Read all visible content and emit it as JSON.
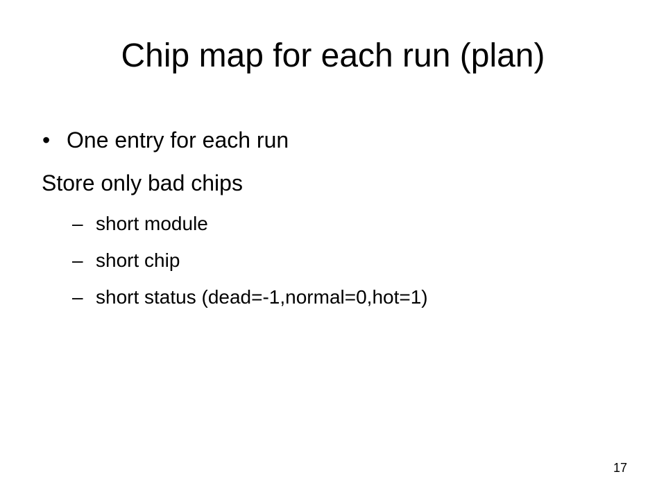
{
  "slide": {
    "title": "Chip map for each run (plan)",
    "bullets": [
      {
        "marker": "•",
        "text": "One entry for each run"
      },
      {
        "marker": "",
        "text": "Store only bad chips"
      },
      {
        "marker": "–",
        "text": "short module"
      },
      {
        "marker": "–",
        "text": "short chip"
      },
      {
        "marker": "–",
        "text": "short status (dead=-1,normal=0,hot=1)"
      }
    ],
    "page_number": "17"
  }
}
